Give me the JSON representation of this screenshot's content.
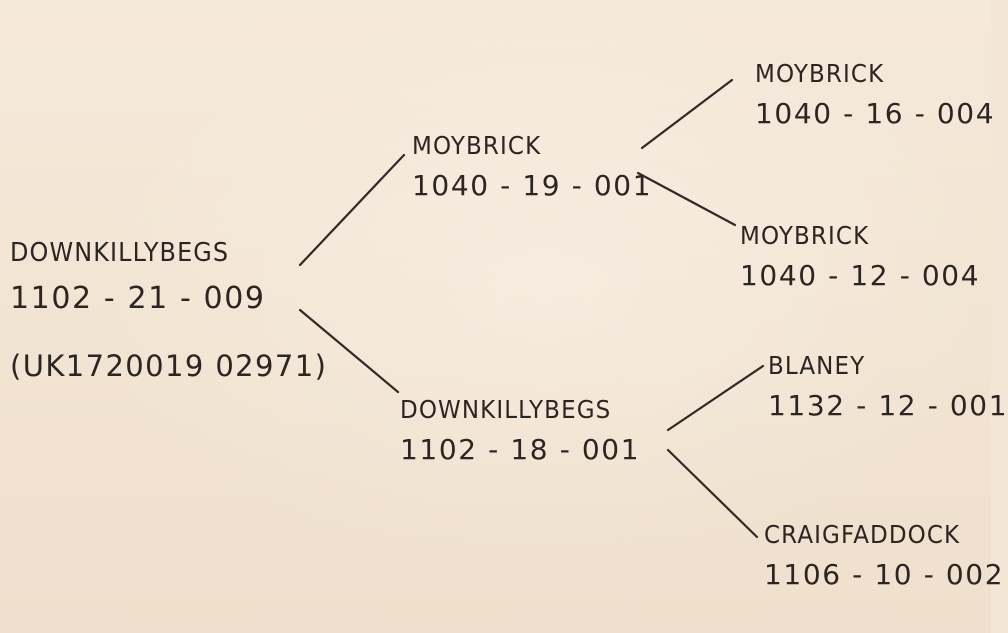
{
  "tree": {
    "root": {
      "name": "DOWNKILLYBEGS",
      "code": "1102 - 21 - 009",
      "registration": "(UK1720019 02971)"
    },
    "sire": {
      "name": "MOYBRICK",
      "code": "1040 - 19 - 001"
    },
    "dam": {
      "name": "DOWNKILLYBEGS",
      "code": "1102 - 18 - 001"
    },
    "sire_sire": {
      "name": "MOYBRICK",
      "code": "1040 - 16 - 004"
    },
    "sire_dam": {
      "name": "MOYBRICK",
      "code": "1040 - 12 - 004"
    },
    "dam_sire": {
      "name": "BLANEY",
      "code": "1132 - 12 - 001"
    },
    "dam_dam": {
      "name": "CRAIGFADDOCK",
      "code": "1106 - 10 - 002"
    }
  }
}
